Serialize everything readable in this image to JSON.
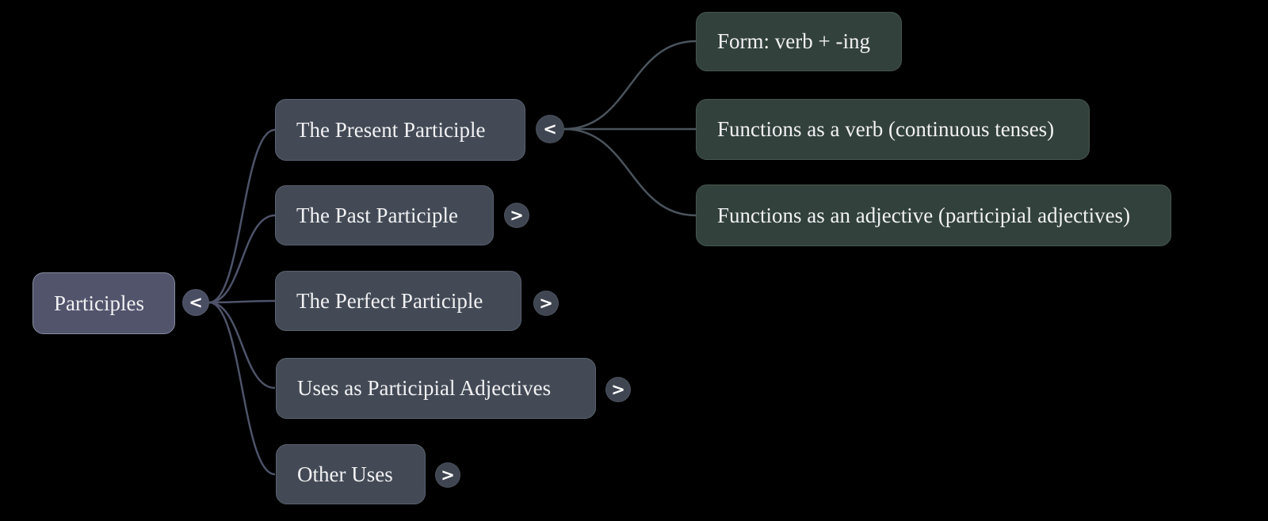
{
  "app": {
    "background_color": "#000000",
    "text_color": "#f1f1f3"
  },
  "mindmap": {
    "root": {
      "label": "Participles",
      "toggle": "<",
      "state": "expanded",
      "fill": "#51546b"
    },
    "branches": [
      {
        "label": "The Present Participle",
        "toggle": "<",
        "state": "expanded",
        "fill": "#434a56",
        "children": [
          {
            "label": "Form: verb + -ing",
            "fill": "#32413b"
          },
          {
            "label": "Functions as a verb (continuous tenses)",
            "fill": "#32413b"
          },
          {
            "label": "Functions as an adjective (participial adjectives)",
            "fill": "#32413b"
          }
        ]
      },
      {
        "label": "The Past Participle",
        "toggle": ">",
        "state": "collapsed",
        "fill": "#434a56",
        "children": []
      },
      {
        "label": "The Perfect Participle",
        "toggle": ">",
        "state": "collapsed",
        "fill": "#434a56",
        "children": []
      },
      {
        "label": "Uses as Participial Adjectives",
        "toggle": ">",
        "state": "collapsed",
        "fill": "#434a56",
        "children": []
      },
      {
        "label": "Other Uses",
        "toggle": ">",
        "state": "collapsed",
        "fill": "#434a56",
        "children": []
      }
    ],
    "colors": {
      "root_edge": "#4e5369",
      "branch_edge": "#4b545d",
      "root_fill": "#51546b",
      "branch_fill": "#434a56",
      "leaf_fill": "#32413b",
      "root_toggle_fill": "#4a4e63",
      "branch_toggle_fill": "#3f4551"
    }
  }
}
